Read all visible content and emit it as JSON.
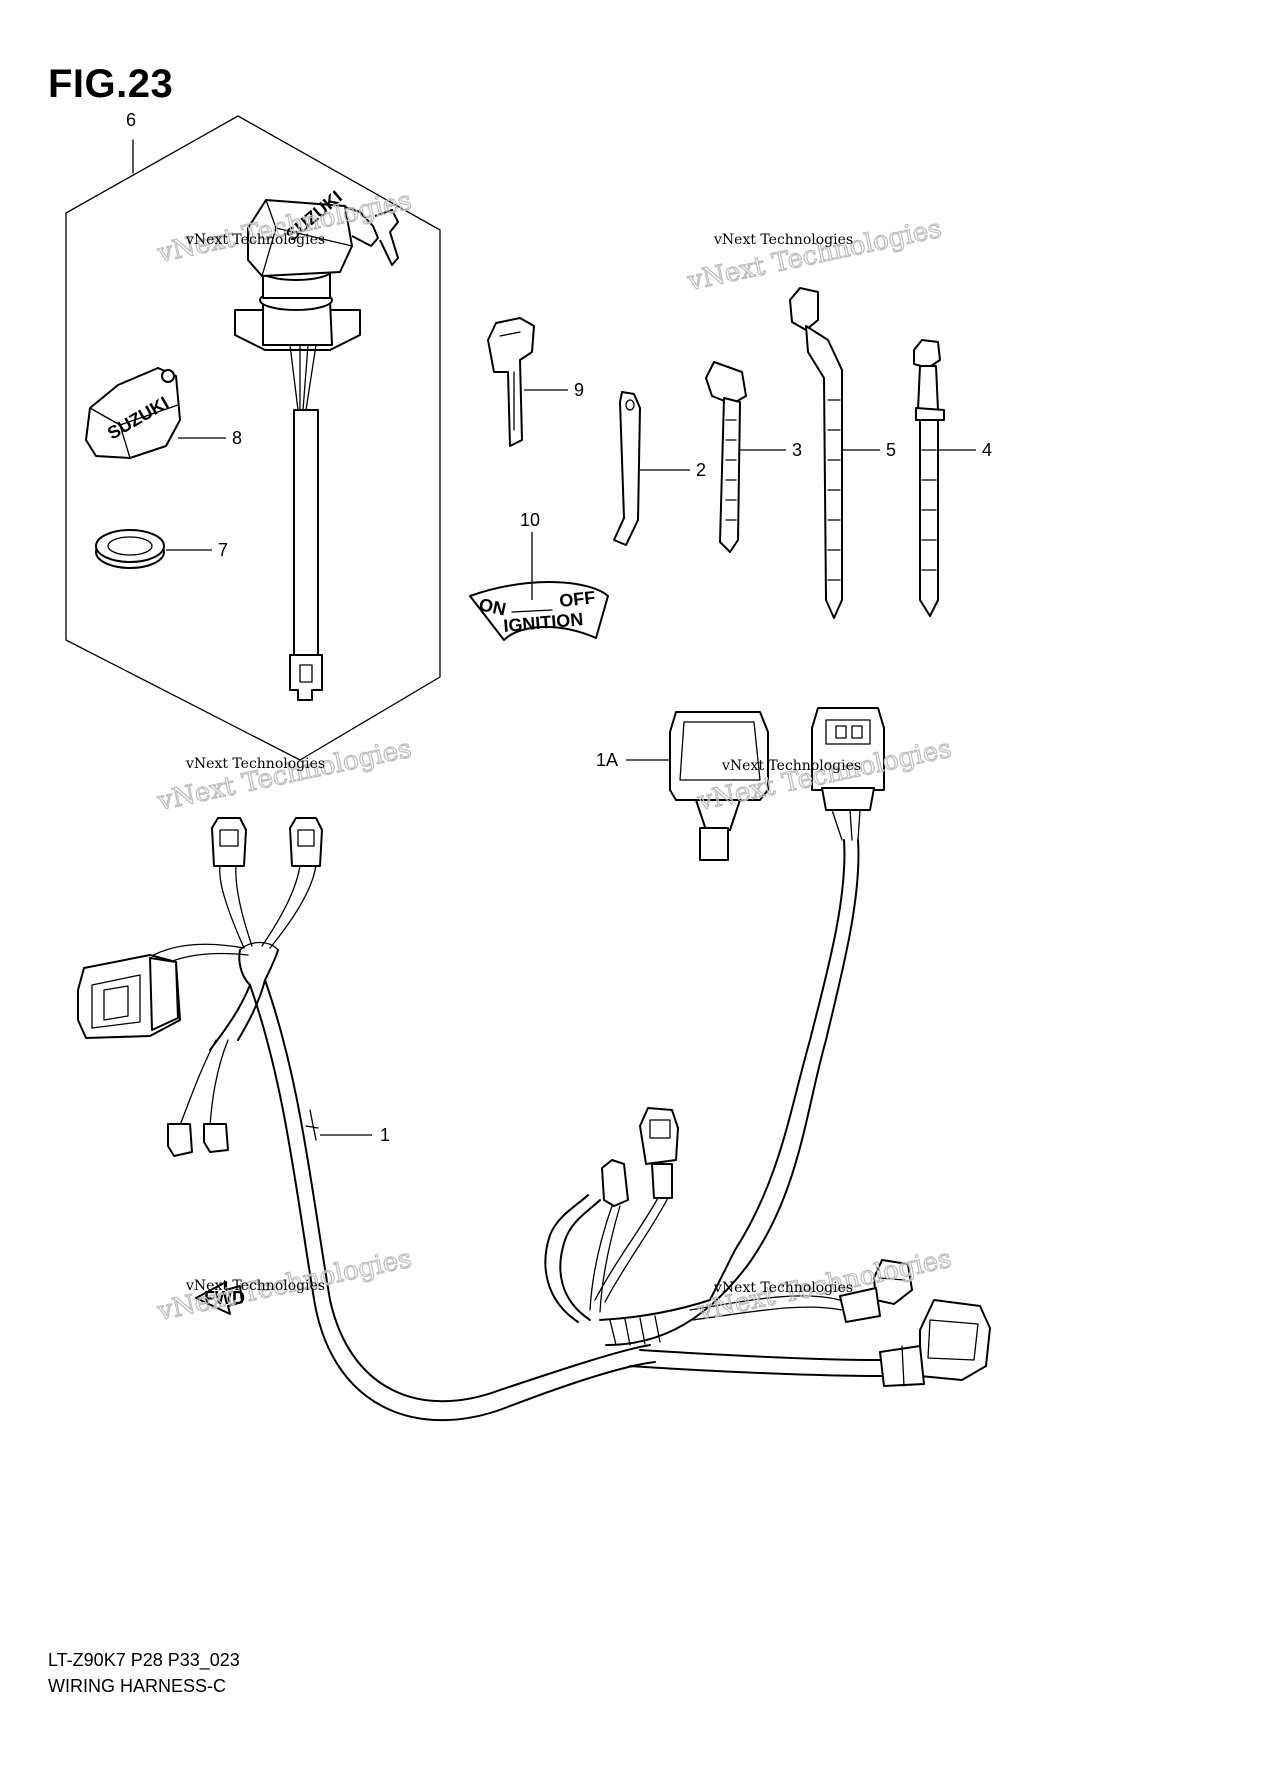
{
  "figure": {
    "title": "FIG.23",
    "model_code": "LT-Z90K7 P28 P33_023",
    "subtitle": "WIRING HARNESS-C"
  },
  "callouts": {
    "c6": "6",
    "c8": "8",
    "c7": "7",
    "c9": "9",
    "c2": "2",
    "c3": "3",
    "c5": "5",
    "c4": "4",
    "c10": "10",
    "c1a": "1A",
    "c1": "1"
  },
  "decal": {
    "on": "ON",
    "off": "OFF",
    "ignition": "IGNITION"
  },
  "logos": {
    "cap_brand": "SUZUKI",
    "switch_brand": "SUZUKI",
    "fwd_arrow": "FWD"
  },
  "watermark": {
    "small": "vNext Technologies",
    "big": "vNext Technologies"
  }
}
